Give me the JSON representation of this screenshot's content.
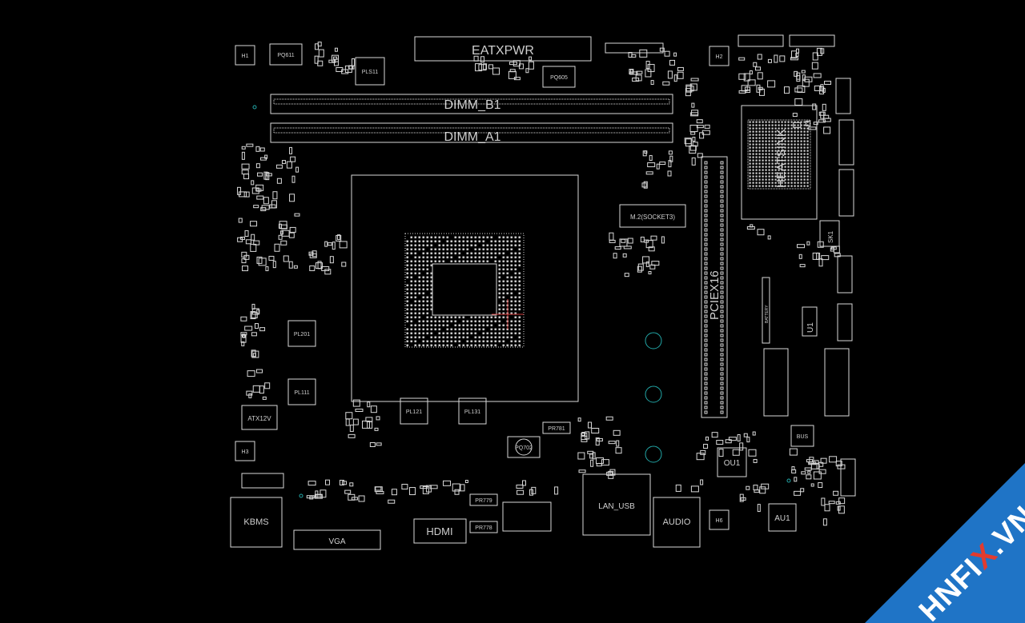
{
  "labels": {
    "eatxpwr": "EATXPWR",
    "dimm_b1": "DIMM_B1",
    "dimm_a1": "DIMM_A1",
    "heatsink": "HEATSINK",
    "m2": "M.2(SOCKET3)",
    "pciex16": "PCIEX16",
    "pl201": "PL201",
    "pl111": "PL111",
    "pl121": "PL121",
    "pl131": "PL131",
    "atx12v": "ATX12V",
    "kbms": "KBMS",
    "vga": "VGA",
    "hdmi": "HDMI",
    "lan_usb": "LAN_USB",
    "audio": "AUDIO",
    "ou1": "OU1",
    "au1": "AU1",
    "bus": "BUS",
    "u1": "U1",
    "sk1": "SK1",
    "pls11": "PLS11",
    "pq611": "PQ611",
    "pq605": "PQ605",
    "pq702": "PQ702",
    "pr781": "PR781",
    "pr779": "PR779",
    "pr778": "PR778",
    "battery": "BATTERY",
    "h_marks": [
      "H1",
      "H2",
      "H3",
      "H6"
    ]
  },
  "watermark": {
    "prefix": "HNFI",
    "x": "X",
    "suffix": ".VN"
  },
  "colors": {
    "background": "#000000",
    "trace": "#d8d8d8",
    "via": "#22a6a6",
    "marker": "#d03a3a",
    "watermark_bg": "#1f74c6",
    "watermark_x": "#e23b2e"
  }
}
